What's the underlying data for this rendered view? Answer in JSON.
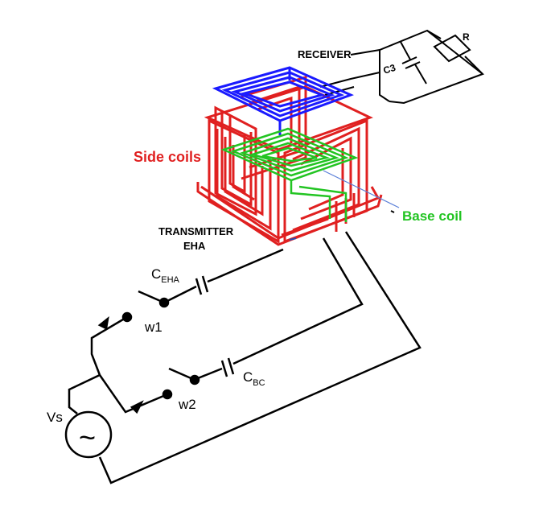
{
  "labels": {
    "receiver": "RECEIVER",
    "c3": "C3",
    "r": "R",
    "side_coils": "Side coils",
    "base_coil": "Base coil",
    "transmitter_line1": "TRANSMITTER",
    "transmitter_line2": "EHA",
    "c_eha_main": "C",
    "c_eha_sub": "EHA",
    "c_bc_main": "C",
    "c_bc_sub": "BC",
    "w1": "w1",
    "w2": "w2",
    "vs": "Vs",
    "source_symbol": "~"
  },
  "colors": {
    "wire": "#000000",
    "side_coils": "#e02020",
    "receiver_coil": "#1a1aff",
    "base_coil": "#22c422",
    "pointer": "#5a7fd8"
  }
}
